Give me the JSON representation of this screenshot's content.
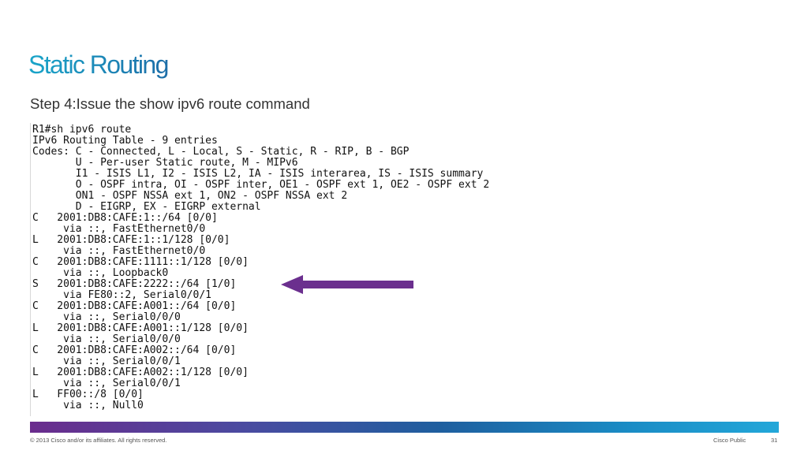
{
  "slide": {
    "title": "Static Routing",
    "subtitle": "Step 4:Issue the show ipv6 route command"
  },
  "terminal": {
    "lines": [
      "R1#sh ipv6 route",
      "IPv6 Routing Table - 9 entries",
      "Codes: C - Connected, L - Local, S - Static, R - RIP, B - BGP",
      "       U - Per-user Static route, M - MIPv6",
      "       I1 - ISIS L1, I2 - ISIS L2, IA - ISIS interarea, IS - ISIS summary",
      "       O - OSPF intra, OI - OSPF inter, OE1 - OSPF ext 1, OE2 - OSPF ext 2",
      "       ON1 - OSPF NSSA ext 1, ON2 - OSPF NSSA ext 2",
      "       D - EIGRP, EX - EIGRP external",
      "C   2001:DB8:CAFE:1::/64 [0/0]",
      "     via ::, FastEthernet0/0",
      "L   2001:DB8:CAFE:1::1/128 [0/0]",
      "     via ::, FastEthernet0/0",
      "C   2001:DB8:CAFE:1111::1/128 [0/0]",
      "     via ::, Loopback0",
      "S   2001:DB8:CAFE:2222::/64 [1/0]",
      "     via FE80::2, Serial0/0/1",
      "C   2001:DB8:CAFE:A001::/64 [0/0]",
      "     via ::, Serial0/0/0",
      "L   2001:DB8:CAFE:A001::1/128 [0/0]",
      "     via ::, Serial0/0/0",
      "C   2001:DB8:CAFE:A002::/64 [0/0]",
      "     via ::, Serial0/0/1",
      "L   2001:DB8:CAFE:A002::1/128 [0/0]",
      "     via ::, Serial0/0/1",
      "L   FF00::/8 [0/0]",
      "     via ::, Null0"
    ]
  },
  "annotation": {
    "arrow_color": "#6b2f8e"
  },
  "footer": {
    "copyright": "© 2013 Cisco and/or its affiliates. All rights reserved.",
    "classification": "Cisco Public",
    "page_number": "31"
  }
}
